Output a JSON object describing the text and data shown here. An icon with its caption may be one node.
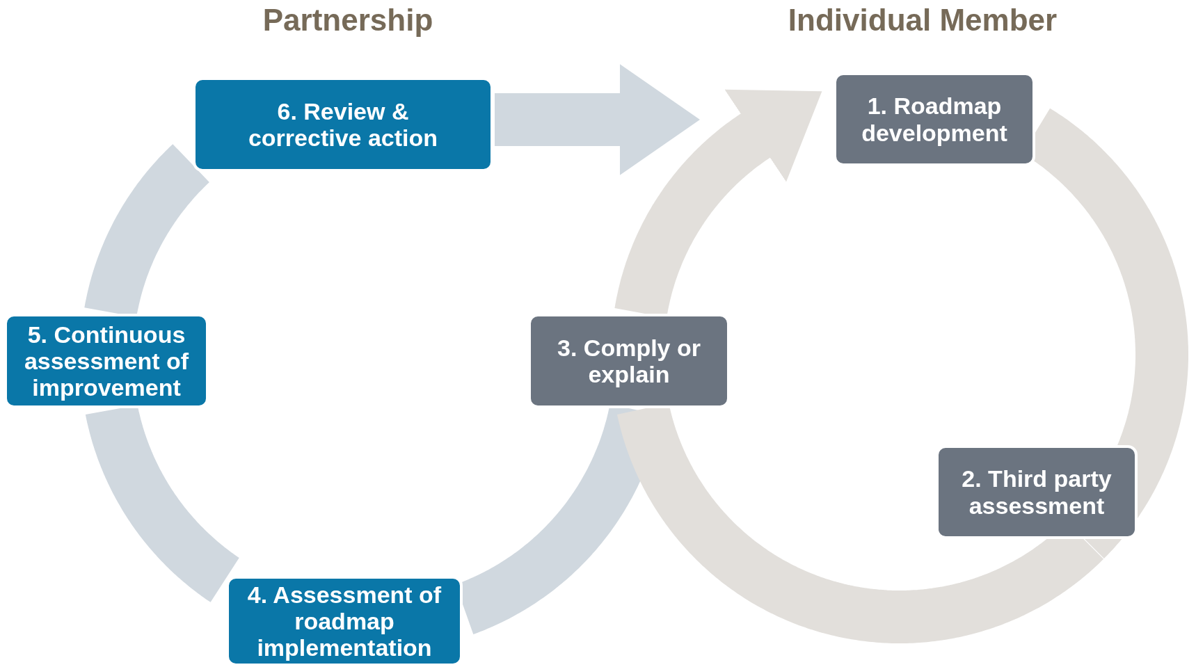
{
  "diagram": {
    "nodes": [
      {
        "text": [
          "6. Review & corrective action"
        ]
      },
      {
        "text": [
          "1. Roadmap development"
        ]
      },
      {
        "text": [
          "5. Continuous assessment of improvement"
        ]
      },
      {
        "text": [
          "3. Comply or explain"
        ]
      },
      {
        "text": [
          "2. Third party assessment"
        ]
      },
      {
        "text": [
          "4. Assessment of roadmap implementation"
        ]
      }
    ],
    "edges": [
      {
        "from": 3,
        "to": 5,
        "arrow": "none"
      },
      {
        "from": 5,
        "to": 2,
        "arrow": "none"
      },
      {
        "from": 2,
        "to": 0,
        "arrow": "none"
      },
      {
        "from": 0,
        "to": null,
        "arrow": "to"
      },
      {
        "from": 1,
        "to": 4,
        "arrow": "none",
        "color": "#e2dfdb"
      },
      {
        "from": 4,
        "to": 3,
        "arrow": "none",
        "color": "#e2dfdb"
      },
      {
        "from": 3,
        "to": 1,
        "arrow": "to",
        "color": "#e2dfdb"
      }
    ],
    "labels": [
      "Partnership",
      "Individual Member"
    ]
  }
}
